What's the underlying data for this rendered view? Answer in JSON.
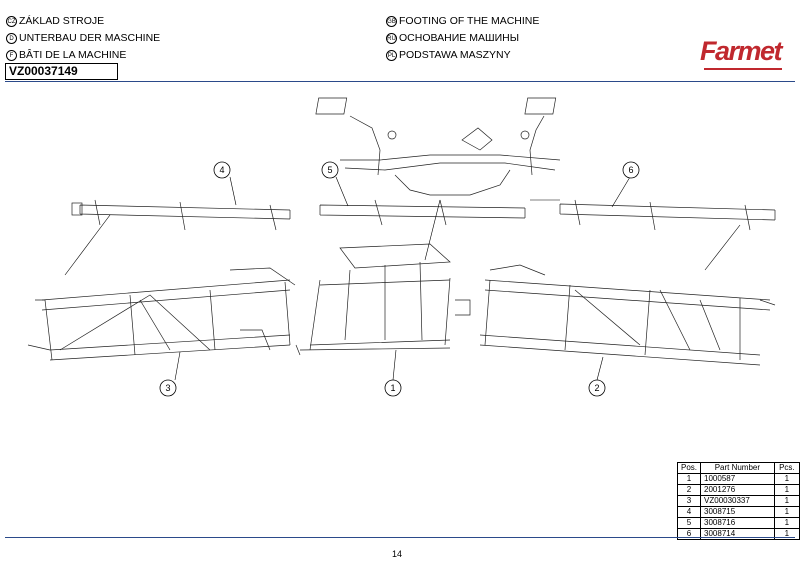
{
  "header": {
    "left_titles": [
      {
        "code": "CZ",
        "text": "ZÁKLAD STROJE"
      },
      {
        "code": "D",
        "text": "UNTERBAU DER MASCHINE"
      },
      {
        "code": "F",
        "text": "BÂTI DE LA MACHINE"
      }
    ],
    "right_titles": [
      {
        "code": "GB",
        "text": "FOOTING OF THE MACHINE"
      },
      {
        "code": "RU",
        "text": "ОСНОВАНИЕ МАШИНЫ"
      },
      {
        "code": "PL",
        "text": "PODSTAWA MASZYNY"
      }
    ],
    "doc_number": "VZ00037149",
    "logo_text": "Farmet",
    "brand_color": "#c0282e"
  },
  "callouts": [
    "1",
    "2",
    "3",
    "4",
    "5",
    "6"
  ],
  "parts_table": {
    "headers": [
      "Pos.",
      "Part Number",
      "Pcs."
    ],
    "rows": [
      [
        "1",
        "1000587",
        "1"
      ],
      [
        "2",
        "2001276",
        "1"
      ],
      [
        "3",
        "VZ00030337",
        "1"
      ],
      [
        "4",
        "3008715",
        "1"
      ],
      [
        "5",
        "3008716",
        "1"
      ],
      [
        "6",
        "3008714",
        "1"
      ]
    ]
  },
  "footer": {
    "page_number": "14"
  }
}
